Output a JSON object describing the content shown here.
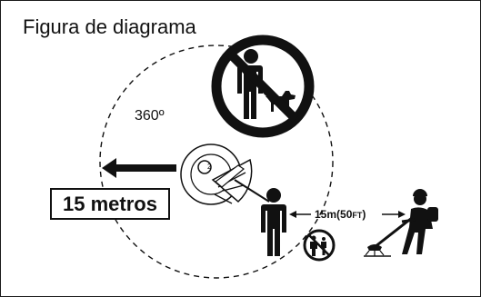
{
  "figure": {
    "title": "Figura de diagrama",
    "angle_label": "360º",
    "distance_box_label": "15 metros",
    "distance_label_main": "15m(50",
    "distance_label_unit": "FT",
    "distance_label_close": ")",
    "colors": {
      "ink": "#111111",
      "background": "#ffffff"
    },
    "icons": [
      "no-people-no-pets-icon",
      "no-bystanders-icon",
      "standing-person-icon",
      "trimmer-operator-icon",
      "trimmer-head-icon",
      "arrow-left-icon"
    ]
  }
}
